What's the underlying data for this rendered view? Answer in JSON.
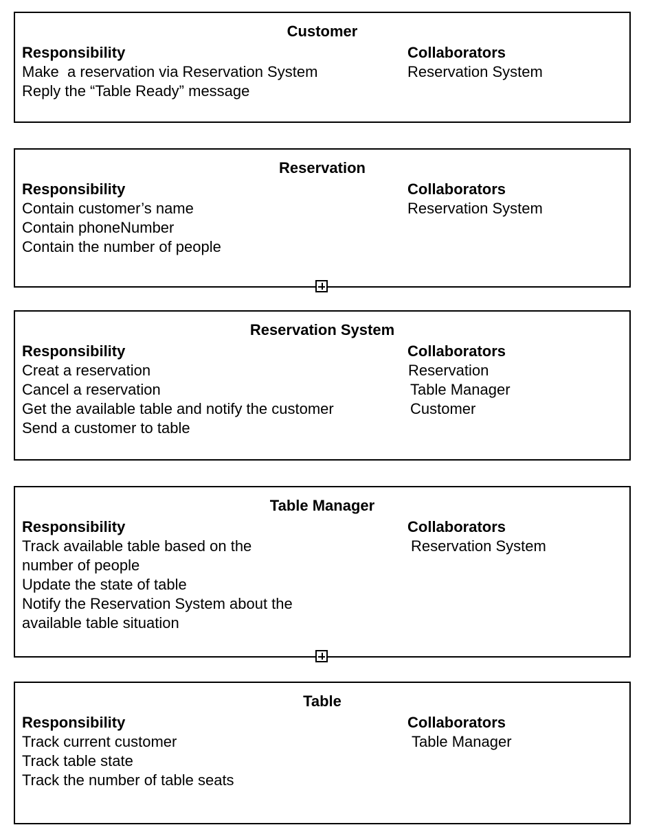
{
  "cards": [
    {
      "title": "Customer",
      "responsibility_heading": "Responsibility",
      "collaborators_heading": "Collaborators",
      "responsibilities": [
        "Make  a reservation via Reservation System",
        "Reply the “Table Ready” message"
      ],
      "collaborators": [
        "Reservation System"
      ]
    },
    {
      "title": "Reservation",
      "responsibility_heading": "Responsibility",
      "collaborators_heading": "Collaborators",
      "responsibilities": [
        "Contain customer’s name",
        "Contain phoneNumber",
        "Contain the number of people"
      ],
      "collaborators": [
        "Reservation System"
      ]
    },
    {
      "title": "Reservation System",
      "responsibility_heading": "Responsibility",
      "collaborators_heading": "Collaborators",
      "responsibilities": [
        "Creat a reservation",
        "Cancel a reservation",
        "Get the available table and notify the customer",
        "Send a customer to table"
      ],
      "collaborators": [
        "Reservation",
        "Table Manager",
        "Customer"
      ]
    },
    {
      "title": "Table Manager",
      "responsibility_heading": "Responsibility",
      "collaborators_heading": "Collaborators",
      "responsibilities": [
        "Track available table based on the",
        "number of people",
        "Update the state of table",
        "Notify the Reservation System about the",
        "available table situation"
      ],
      "collaborators": [
        "Reservation System"
      ]
    },
    {
      "title": "Table",
      "responsibility_heading": "Responsibility",
      "collaborators_heading": "Collaborators",
      "responsibilities": [
        "Track current customer",
        "Track table state",
        "Track the number of table seats"
      ],
      "collaborators": [
        "Table Manager"
      ]
    }
  ]
}
